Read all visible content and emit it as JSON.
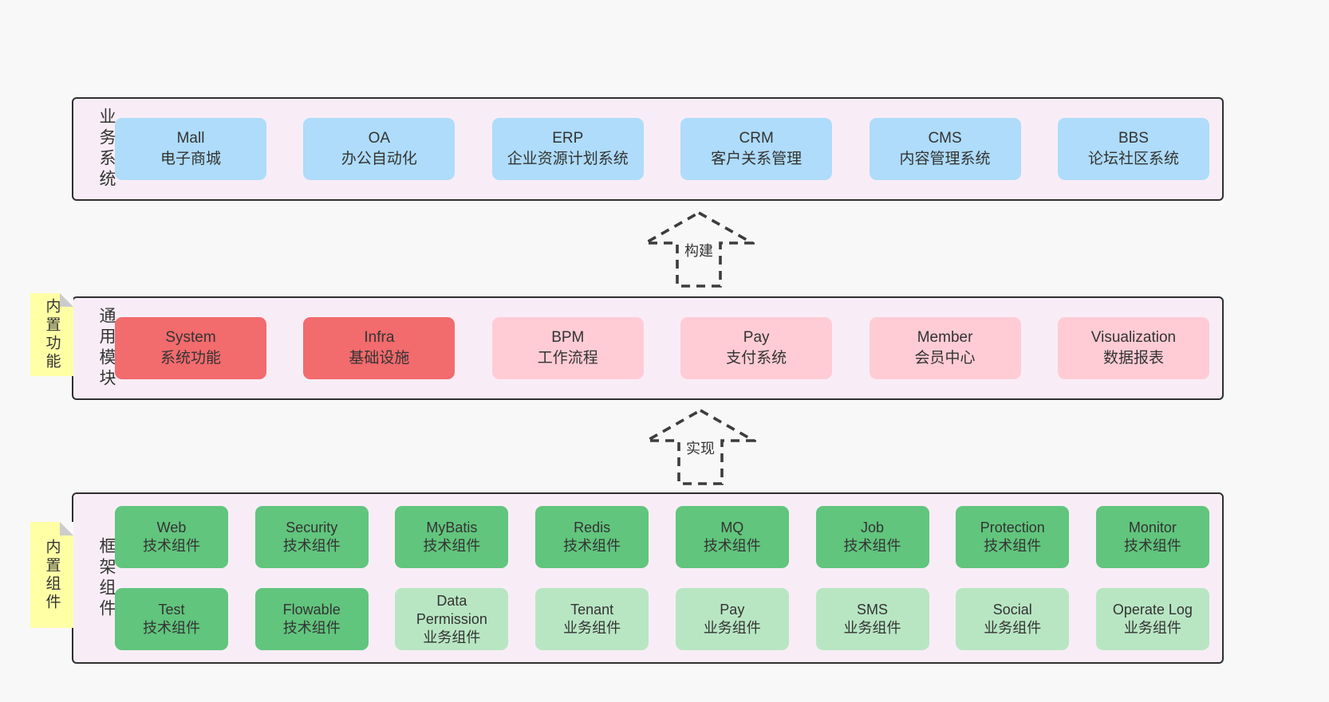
{
  "colors": {
    "page_bg": "#f8f8f8",
    "container_bg": "#f8edf6",
    "container_border": "#2f2f2f",
    "blue": "#aedcfa",
    "red": "#f26b6d",
    "pink": "#ffccd5",
    "green_dark": "#61c57d",
    "green_light": "#b8e6c3",
    "note_bg": "#ffffa6",
    "fold_gray": "#cccccc",
    "arrow_stroke": "#3c3c3c",
    "text": "#333333"
  },
  "layers": {
    "business": {
      "label": "业务系统",
      "boxes": [
        {
          "title": "Mall",
          "subtitle": "电子商城",
          "variant": "blue"
        },
        {
          "title": "OA",
          "subtitle": "办公自动化",
          "variant": "blue"
        },
        {
          "title": "ERP",
          "subtitle": "企业资源计划系统",
          "variant": "blue"
        },
        {
          "title": "CRM",
          "subtitle": "客户关系管理",
          "variant": "blue"
        },
        {
          "title": "CMS",
          "subtitle": "内容管理系统",
          "variant": "blue"
        },
        {
          "title": "BBS",
          "subtitle": "论坛社区系统",
          "variant": "blue"
        }
      ]
    },
    "modules": {
      "label": "通用模块",
      "note": "内置功能",
      "boxes": [
        {
          "title": "System",
          "subtitle": "系统功能",
          "variant": "red"
        },
        {
          "title": "Infra",
          "subtitle": "基础设施",
          "variant": "red"
        },
        {
          "title": "BPM",
          "subtitle": "工作流程",
          "variant": "pink"
        },
        {
          "title": "Pay",
          "subtitle": "支付系统",
          "variant": "pink"
        },
        {
          "title": "Member",
          "subtitle": "会员中心",
          "variant": "pink"
        },
        {
          "title": "Visualization",
          "subtitle": "数据报表",
          "variant": "pink"
        }
      ]
    },
    "components": {
      "label": "框架组件",
      "note": "内置组件",
      "row1": [
        {
          "title": "Web",
          "subtitle": "技术组件",
          "variant": "gdark"
        },
        {
          "title": "Security",
          "subtitle": "技术组件",
          "variant": "gdark"
        },
        {
          "title": "MyBatis",
          "subtitle": "技术组件",
          "variant": "gdark"
        },
        {
          "title": "Redis",
          "subtitle": "技术组件",
          "variant": "gdark"
        },
        {
          "title": "MQ",
          "subtitle": "技术组件",
          "variant": "gdark"
        },
        {
          "title": "Job",
          "subtitle": "技术组件",
          "variant": "gdark"
        },
        {
          "title": "Protection",
          "subtitle": "技术组件",
          "variant": "gdark"
        },
        {
          "title": "Monitor",
          "subtitle": "技术组件",
          "variant": "gdark"
        }
      ],
      "row2": [
        {
          "title": "Test",
          "subtitle": "技术组件",
          "variant": "gdark"
        },
        {
          "title": "Flowable",
          "subtitle": "技术组件",
          "variant": "gdark"
        },
        {
          "title": "Data Permission",
          "subtitle": "业务组件",
          "variant": "glight"
        },
        {
          "title": "Tenant",
          "subtitle": "业务组件",
          "variant": "glight"
        },
        {
          "title": "Pay",
          "subtitle": "业务组件",
          "variant": "glight"
        },
        {
          "title": "SMS",
          "subtitle": "业务组件",
          "variant": "glight"
        },
        {
          "title": "Social",
          "subtitle": "业务组件",
          "variant": "glight"
        },
        {
          "title": "Operate Log",
          "subtitle": "业务组件",
          "variant": "glight"
        }
      ]
    }
  },
  "arrows": [
    {
      "label": "构建"
    },
    {
      "label": "实现"
    }
  ]
}
